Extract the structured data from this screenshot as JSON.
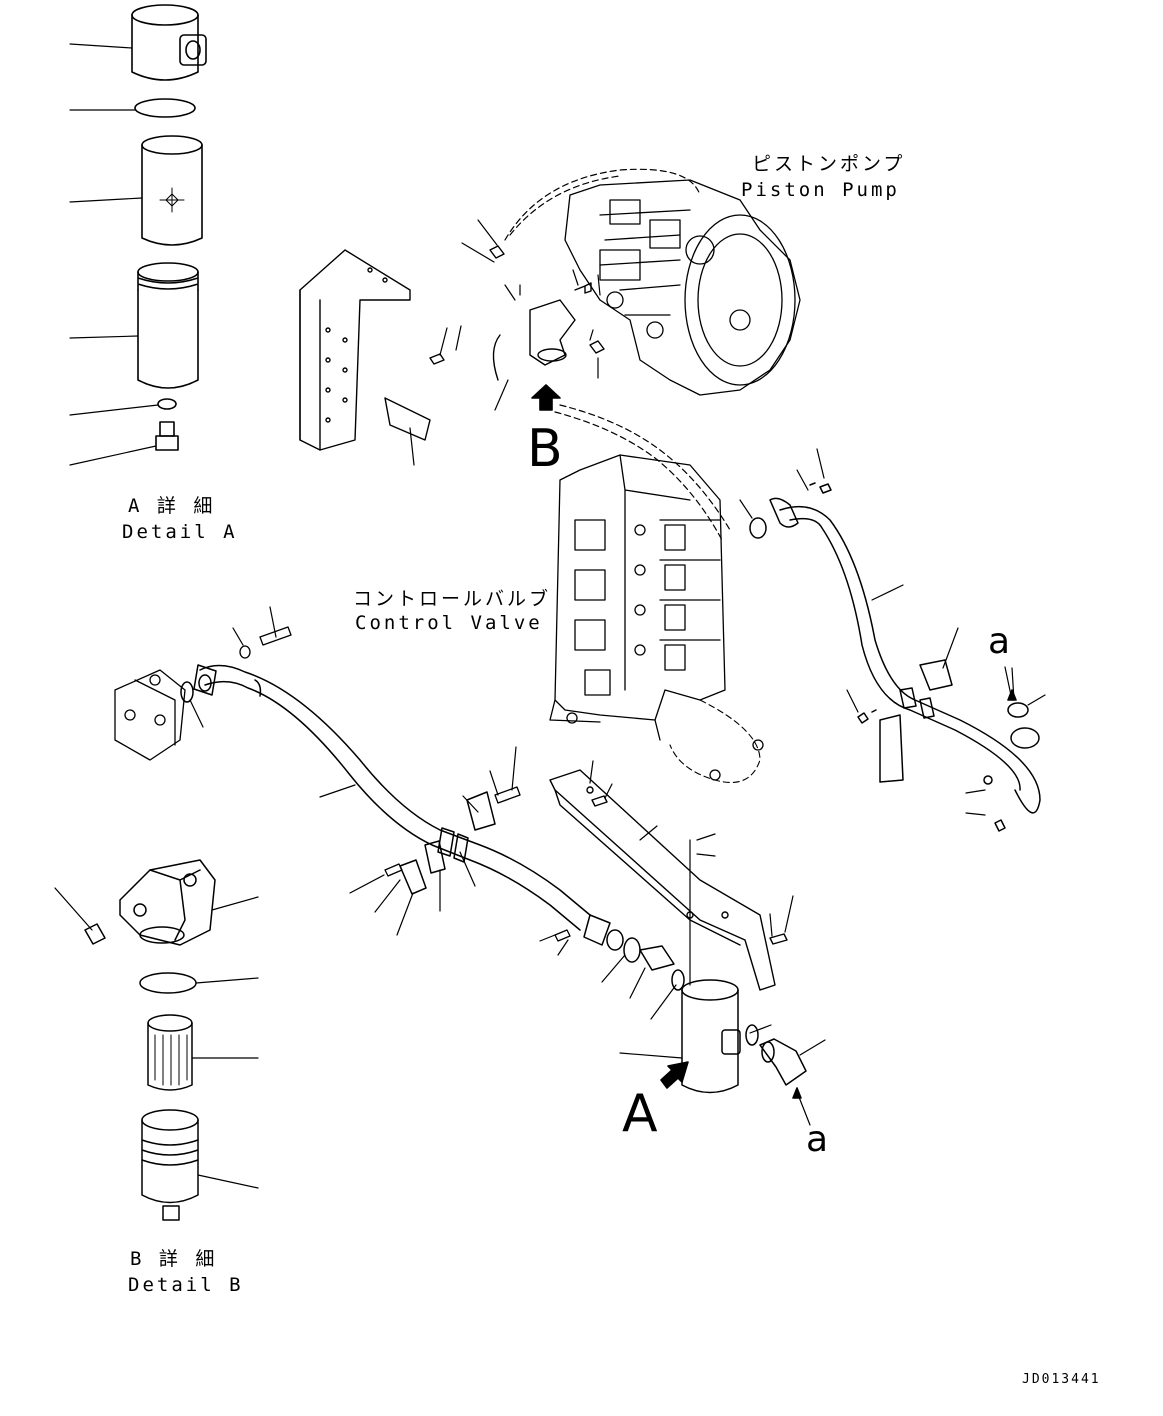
{
  "labels": {
    "piston_pump_jp": "ピストンポンプ",
    "piston_pump_en": "Piston Pump",
    "control_valve_jp": "コントロールバルブ",
    "control_valve_en": "Control Valve",
    "detail_a_jp": "A 詳 細",
    "detail_a_en": "Detail A",
    "detail_b_jp": "B 詳 細",
    "detail_b_en": "Detail B",
    "view_b": "B",
    "view_a": "A",
    "arrow_a_upper": "a",
    "arrow_a_lower": "a",
    "drawing_code": "JD013441"
  },
  "colors": {
    "line": "#000000",
    "background": "#ffffff"
  }
}
